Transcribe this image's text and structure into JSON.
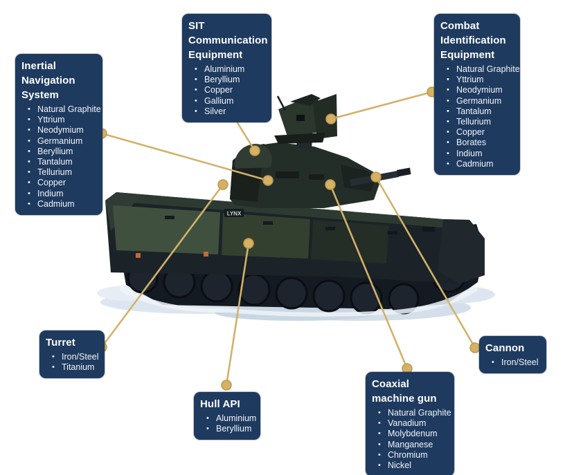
{
  "colors": {
    "background": "#ffffff",
    "callout_box": "#1e3a5f",
    "callout_text": "#ffffff",
    "connector": "#d2b269"
  },
  "vehicle": {
    "hull_marking": "LYNX"
  },
  "callouts": [
    {
      "id": "inertial-navigation-system",
      "title": "Inertial Navigation System",
      "items": [
        "Natural Graphite",
        "Yttrium",
        "Neodymium",
        "Germanium",
        "Beryllium",
        "Tantalum",
        "Tellurium",
        "Copper",
        "Indium",
        "Cadmium"
      ]
    },
    {
      "id": "sit-communication-equipment",
      "title": "SIT Communication Equipment",
      "items": [
        "Aluminium",
        "Beryllium",
        "Copper",
        "Gallium",
        "Silver"
      ]
    },
    {
      "id": "combat-identification-equipment",
      "title": "Combat Identification Equipment",
      "items": [
        "Natural Graphite",
        "Yttrium",
        "Neodymium",
        "Germanium",
        "Tantalum",
        "Tellurium",
        "Copper",
        "Borates",
        "Indium",
        "Cadmium"
      ]
    },
    {
      "id": "turret",
      "title": "Turret",
      "items": [
        "Iron/Steel",
        "Titanium"
      ]
    },
    {
      "id": "hull-api",
      "title": "Hull API",
      "items": [
        "Aluminium",
        "Beryllium"
      ]
    },
    {
      "id": "coaxial-machine-gun",
      "title": "Coaxial machine gun",
      "items": [
        "Natural Graphite",
        "Vanadium",
        "Molybdenum",
        "Manganese",
        "Chromium",
        "Nickel"
      ]
    },
    {
      "id": "cannon",
      "title": "Cannon",
      "items": [
        "Iron/Steel"
      ]
    }
  ]
}
